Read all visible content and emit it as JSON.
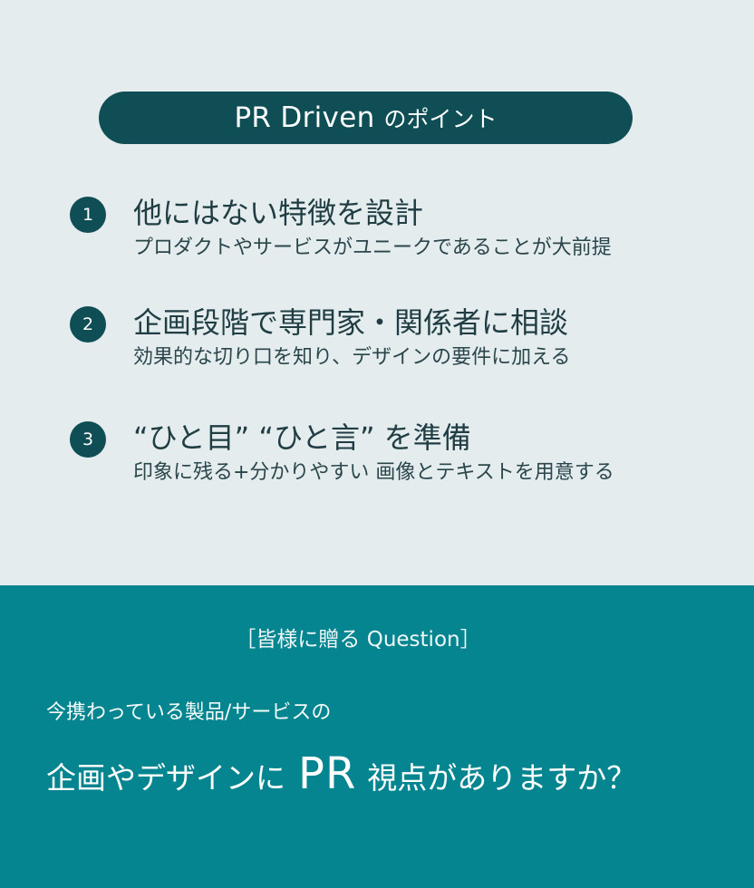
{
  "header": {
    "pill_main": "PR Driven",
    "pill_sub": "のポイント"
  },
  "points": [
    {
      "number": "1",
      "title": "他にはない特徴を設計",
      "description": "プロダクトやサービスがユニークであることが大前提"
    },
    {
      "number": "2",
      "title": "企画段階で専門家・関係者に相談",
      "description": "効果的な切り口を知り、デザインの要件に加える"
    },
    {
      "number": "3",
      "title": "“ひと目” “ひと言” を準備",
      "description": "印象に残る+分かりやすい 画像とテキストを用意する"
    }
  ],
  "question": {
    "label": "［皆様に贈る Question］",
    "lead": "今携わっている製品/サービスの",
    "main_before": "企画やデザインに",
    "main_pr": "PR",
    "main_after": "視点がありますか？"
  },
  "colors": {
    "top_background": "#e4ecee",
    "dark_teal": "#0f4e55",
    "bottom_background": "#05858f",
    "text_dark": "#1f3d42"
  }
}
